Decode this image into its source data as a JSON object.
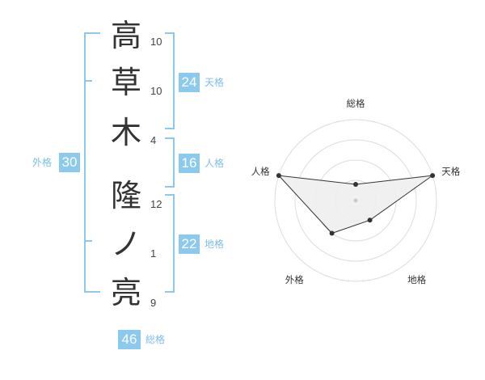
{
  "name": [
    {
      "char": "高",
      "strokes": "10"
    },
    {
      "char": "草",
      "strokes": "10"
    },
    {
      "char": "木",
      "strokes": "4"
    },
    {
      "char": "隆",
      "strokes": "12"
    },
    {
      "char": "ノ",
      "strokes": "1"
    },
    {
      "char": "亮",
      "strokes": "9"
    }
  ],
  "scores": {
    "tenkaku": {
      "value": "24",
      "label": "天格"
    },
    "jinkaku": {
      "value": "16",
      "label": "人格"
    },
    "chikaku": {
      "value": "22",
      "label": "地格"
    },
    "gaikaku": {
      "value": "30",
      "label": "外格"
    },
    "soukaku": {
      "value": "46",
      "label": "総格"
    }
  },
  "colors": {
    "accent": "#8cc9ee",
    "accent_text": "#7bbfe9",
    "radar_fill": "#eeeeee",
    "radar_line": "#333333",
    "grid": "#dddddd"
  },
  "chart_data": {
    "type": "radar",
    "axes": [
      "総格",
      "天格",
      "地格",
      "外格",
      "人格"
    ],
    "values": [
      1,
      5,
      1.5,
      2.5,
      5
    ],
    "range": [
      0,
      5
    ],
    "rings": 4
  }
}
